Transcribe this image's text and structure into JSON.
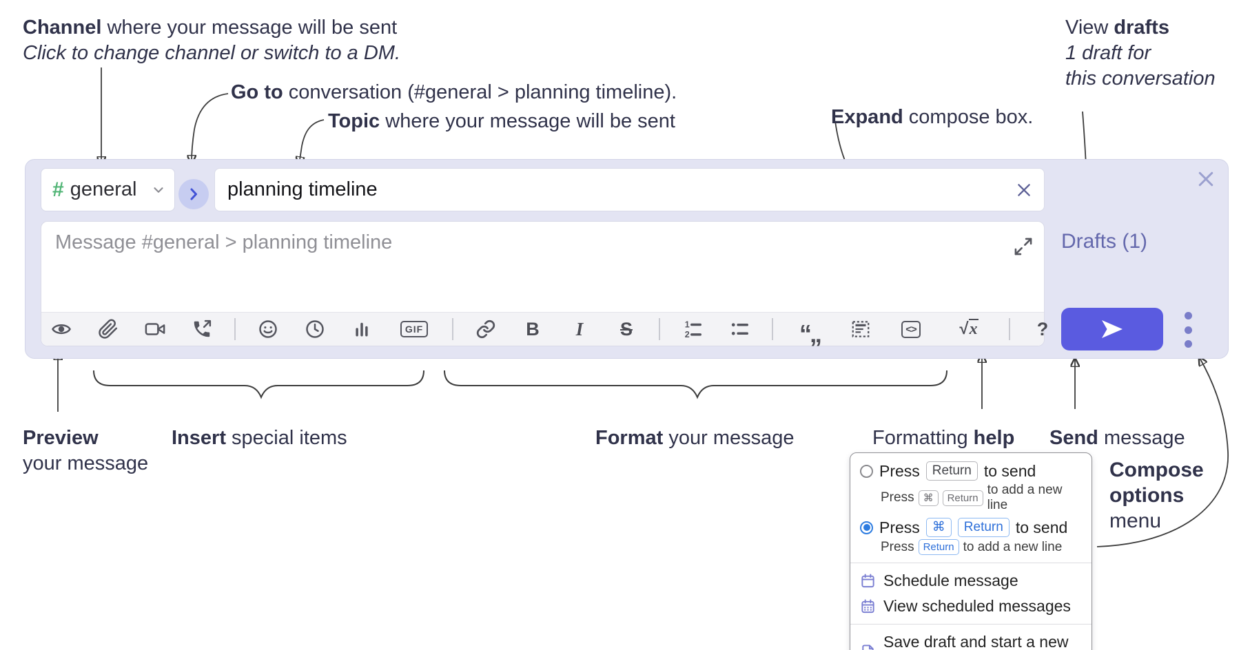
{
  "annotations": {
    "channel": {
      "bold": "Channel",
      "rest": " where your message will be sent",
      "line2": "Click to change channel or switch to a DM."
    },
    "goto": {
      "bold": "Go to",
      "rest": " conversation (#general > planning timeline)."
    },
    "topic": {
      "bold": "Topic",
      "rest": " where your message will be sent"
    },
    "expand": {
      "bold": "Expand",
      "rest": " compose box."
    },
    "view_drafts": {
      "regular": "View ",
      "bold": "drafts",
      "line2": "1 draft for",
      "line3": "this conversation"
    },
    "preview": {
      "bold": "Preview",
      "line2": "your message"
    },
    "insert": {
      "bold": "Insert",
      "rest": " special items"
    },
    "format": {
      "bold": "Format",
      "rest": " your message"
    },
    "formatting_help": {
      "regular": "Formatting ",
      "bold": "help"
    },
    "send": {
      "bold": "Send",
      "rest": " message"
    },
    "compose_options": {
      "bold1": "Compose",
      "bold2": "options",
      "line3": "menu"
    }
  },
  "compose": {
    "channel": {
      "hash": "#",
      "name": "general"
    },
    "topic_value": "planning timeline",
    "message_placeholder": "Message #general > planning timeline",
    "drafts_link": "Drafts (1)",
    "toolbar": {
      "bold": "B",
      "italic": "I",
      "strike": "S",
      "gif": "GIF",
      "code": "<>",
      "root": "√",
      "math_x": "x",
      "help": "?",
      "quote": "“„",
      "num1": "1",
      "num2": "2",
      "icons": [
        "preview",
        "attach-file",
        "start-video-call",
        "start-voice-call",
        "emoji",
        "add-global-time",
        "create-poll",
        "gif",
        "link",
        "bold",
        "italic",
        "strikethrough",
        "numbered-list",
        "bulleted-list",
        "quote",
        "spoiler",
        "code",
        "math",
        "formatting-help"
      ]
    }
  },
  "options_menu": {
    "press": "Press",
    "enter_to_send": {
      "key_return": "Return",
      "after": "to send",
      "sub_key_cmd": "⌘",
      "sub_key_return": "Return",
      "sub_after": "to add a new line"
    },
    "cmd_enter_to_send": {
      "key_cmd": "⌘",
      "key_return": "Return",
      "after": "to send",
      "sub_key_return": "Return",
      "sub_after": "to add a new line"
    },
    "schedule": "Schedule message",
    "view_scheduled": "View scheduled messages",
    "save_draft": "Save draft and start a new message"
  },
  "colors": {
    "compose_bg": "#e3e4f3",
    "accent_send": "#5a5be0",
    "drafts_link": "#6468ac",
    "channel_hash": "#52b576",
    "goto_circle_bg": "#c7cdf1",
    "goto_chevron": "#4152d6",
    "menu_icon": "#7a7ed2",
    "kbd_blue": "#2d6fd9",
    "radio_selected": "#2d7ce0",
    "toolbar_icon": "#54555e",
    "annotation_text": "#30324a"
  }
}
